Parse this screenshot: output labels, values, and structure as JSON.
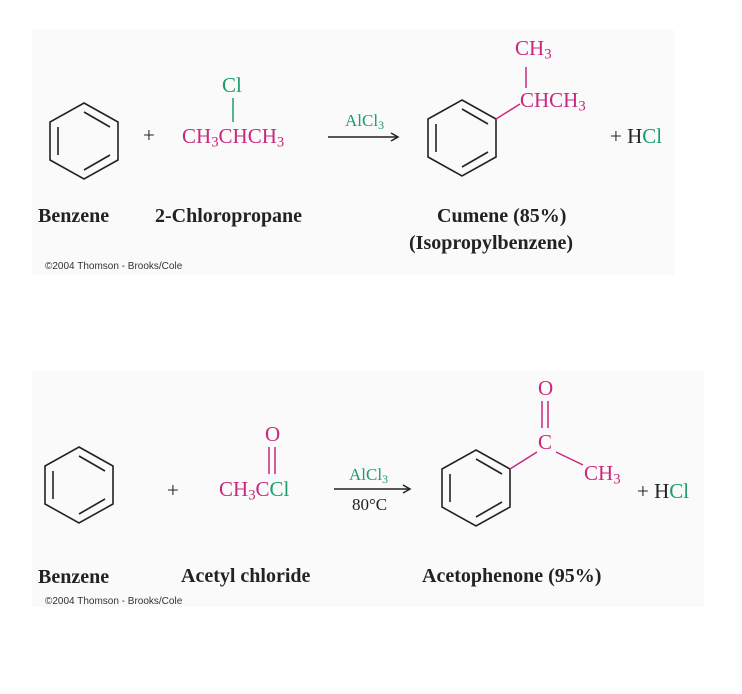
{
  "reaction1": {
    "plus1": "+",
    "reagent_substituent": "Cl",
    "reagent_formula_parts": [
      "CH",
      "3",
      "CHCH",
      "3"
    ],
    "catalyst_parts": [
      "AlCl",
      "3"
    ],
    "product_substituent": "CH",
    "product_substituent_sub": "3",
    "product_group_parts": [
      "CHCH",
      "3"
    ],
    "byproduct_plus": "+ H",
    "byproduct_cl": "Cl",
    "label_reactant1": "Benzene",
    "label_reactant2": "2-Chloropropane",
    "label_product_line1": "Cumene (85%)",
    "label_product_line2": "(Isopropylbenzene)",
    "copyright": "©2004 Thomson - Brooks/Cole"
  },
  "reaction2": {
    "plus1": "+",
    "carbonyl_o": "O",
    "reagent_formula_parts": [
      "CH",
      "3",
      "C",
      "Cl"
    ],
    "catalyst_parts": [
      "AlCl",
      "3"
    ],
    "condition": "80°C",
    "product_carbonyl_o": "O",
    "product_carbonyl_c": "C",
    "product_methyl_parts": [
      "CH",
      "3"
    ],
    "byproduct_plus": "+ H",
    "byproduct_cl": "Cl",
    "label_reactant1": "Benzene",
    "label_reactant2": "Acetyl chloride",
    "label_product": "Acetophenone (95%)",
    "copyright": "©2004 Thomson - Brooks/Cole"
  },
  "colors": {
    "magenta": "#c8287e",
    "green": "#1b9e6a",
    "text": "#222222"
  }
}
